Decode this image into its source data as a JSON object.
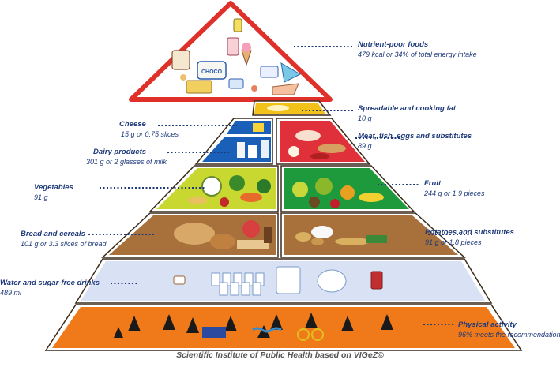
{
  "caption": "Scientific Institute of Public Health based on VIGeZ©",
  "labels": {
    "nutrient_poor": {
      "title": "Nutrient-poor foods",
      "value": "479 kcal or 34% of total energy intake"
    },
    "fat": {
      "title": "Spreadable and cooking fat",
      "value": "10 g"
    },
    "meat": {
      "title": "Meat, fish, eggs and substitutes",
      "value": "89 g"
    },
    "fruit": {
      "title": "Fruit",
      "value": "244 g or 1.9 pieces"
    },
    "potatoes": {
      "title": "Potatoes and substitutes",
      "value": "91 g or 1.8 pieces"
    },
    "physical": {
      "title": "Physical activity",
      "value": "96% meets the recommendation"
    },
    "cheese": {
      "title": "Cheese",
      "value": "15 g or 0.75 slices"
    },
    "dairy": {
      "title": "Dairy products",
      "value": "301 g or 2 glasses of milk"
    },
    "vegetables": {
      "title": "Vegetables",
      "value": "91 g"
    },
    "bread": {
      "title": "Bread and cereals",
      "value": "101 g or 3.3 slices of bread"
    },
    "water": {
      "title": "Water and sugar-free drinks",
      "value": "489 ml"
    }
  },
  "colors": {
    "triangle_border": "#e0302a",
    "fat": "#f2c21a",
    "meat": "#e0303a",
    "cheese": "#1a5fb8",
    "dairy": "#1a5fb8",
    "vegetables": "#c8d830",
    "fruit": "#1e9a3c",
    "bread": "#a8703a",
    "potatoes": "#a8703a",
    "water": "#b8c8e8",
    "physical": "#f07a1a",
    "label_text": "#1f3a7a"
  }
}
